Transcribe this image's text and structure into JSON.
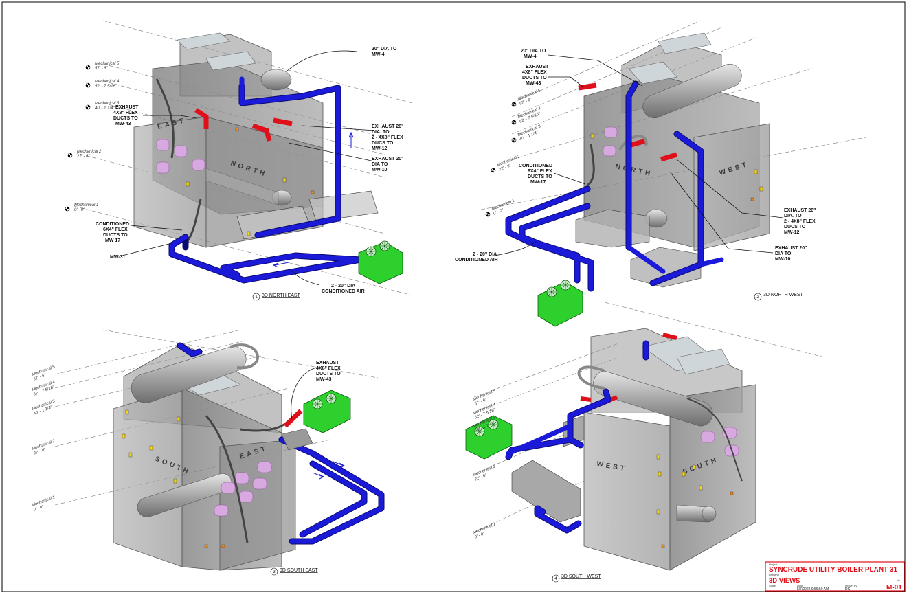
{
  "colors": {
    "duct": "#1a1ad8",
    "exhaust": "#e0101a",
    "unit": "#2ed02e",
    "building": "#8c8c8c",
    "filter": "#d8a8e0",
    "titleblock": "#e0101a"
  },
  "views": [
    {
      "number": "1",
      "title": "3D NORTH EAST",
      "levels": [
        {
          "name": "Mechanical 5",
          "elev": "57' - 6\""
        },
        {
          "name": "Mechanical 4",
          "elev": "52' - 7 5/16\""
        },
        {
          "name": "Mechanical 3",
          "elev": "40' - 1 1/4\""
        },
        {
          "name": "Mechanical 2",
          "elev": "22' - 6\""
        },
        {
          "name": "Mechanical 1",
          "elev": "0' - 0\""
        }
      ],
      "faces": [
        "EAST",
        "NORTH"
      ],
      "labels": [
        {
          "lines": [
            "20\" DIA TO",
            "MW-4"
          ]
        },
        {
          "lines": [
            "EXHAUST",
            "4X8\" FLEX",
            "DUCTS TO",
            "MW-43"
          ]
        },
        {
          "lines": [
            "EXHAUST 20\"",
            "DIA. TO",
            "2 - 4X8\" FLEX",
            "DUCS TO",
            "MW-12"
          ]
        },
        {
          "lines": [
            "EXHAUST 20\"",
            "DIA TO",
            "MW-10"
          ]
        },
        {
          "lines": [
            "CONDITIONED",
            "6X4\" FLEX",
            "DUCTS TO",
            "MW 17"
          ]
        },
        {
          "lines": [
            "MW-31"
          ]
        },
        {
          "lines": [
            "2 - 20\" DIA",
            "CONDITIONED AIR"
          ]
        }
      ]
    },
    {
      "number": "2",
      "title": "3D NORTH WEST",
      "levels": [
        {
          "name": "Mechanical 5",
          "elev": "57' - 6\""
        },
        {
          "name": "Mechanical 4",
          "elev": "52' - 7 5/16\""
        },
        {
          "name": "Mechanical 3",
          "elev": "40' - 1 1/4\""
        },
        {
          "name": "Mechanical 2",
          "elev": "22' - 6\""
        },
        {
          "name": "Mechanical 1",
          "elev": "0' - 0\""
        }
      ],
      "faces": [
        "NORTH",
        "WEST"
      ],
      "labels": [
        {
          "lines": [
            "20\" DIA TO",
            "MW-4"
          ]
        },
        {
          "lines": [
            "EXHAUST",
            "4X8\" FLEX",
            "DUCTS TO",
            "MW-43"
          ]
        },
        {
          "lines": [
            "CONDITIONED",
            "6X4\" FLEX",
            "DUCTS TO",
            "MW-17"
          ]
        },
        {
          "lines": [
            "2 - 20\" DIA",
            "CONDITIONED AIR"
          ]
        },
        {
          "lines": [
            "EXHAUST 20\"",
            "DIA. TO",
            "2 - 4X8\" FLEX",
            "DUCS TO",
            "MW-12"
          ]
        },
        {
          "lines": [
            "EXHAUST 20\"",
            "DIA TO",
            "MW-10"
          ]
        }
      ]
    },
    {
      "number": "3",
      "title": "3D SOUTH EAST",
      "levels": [
        {
          "name": "Mechanical 5",
          "elev": "57' - 6\""
        },
        {
          "name": "Mechanical 4",
          "elev": "52' - 7 5/16\""
        },
        {
          "name": "Mechanical 3",
          "elev": "40' - 1 1/4\""
        },
        {
          "name": "Mechanical 2",
          "elev": "22' - 6\""
        },
        {
          "name": "Mechanical 1",
          "elev": "0' - 0\""
        }
      ],
      "faces": [
        "SOUTH",
        "EAST"
      ],
      "labels": [
        {
          "lines": [
            "EXHAUST",
            "4X8\" FLEX",
            "DUCTS TO",
            "MW-43"
          ]
        }
      ]
    },
    {
      "number": "4",
      "title": "3D SOUTH WEST",
      "levels": [
        {
          "name": "Mechanical 5",
          "elev": "57' - 6\""
        },
        {
          "name": "Mechanical 4",
          "elev": "52' - 7 5/16\""
        },
        {
          "name": "Mechanical 3",
          "elev": "40' - 1 1/4\""
        },
        {
          "name": "Mechanical 2",
          "elev": "22' - 6\""
        },
        {
          "name": "Mechanical 1",
          "elev": "0' - 0\""
        }
      ],
      "faces": [
        "WEST",
        "SOUTH"
      ],
      "labels": []
    }
  ],
  "titleblock": {
    "project_label": "Project",
    "project": "SYNCRUDE UTILITY BOILER PLANT 31",
    "drawing_label": "Drawing",
    "drawing": "3D VIEWS",
    "scale_label": "Scale",
    "date_label": "Date",
    "date": "5/7/2022 9:56:50 AM",
    "drawn_label": "Drawn By",
    "drawn": "DG",
    "no_label": "No.",
    "sheet": "M-01"
  }
}
